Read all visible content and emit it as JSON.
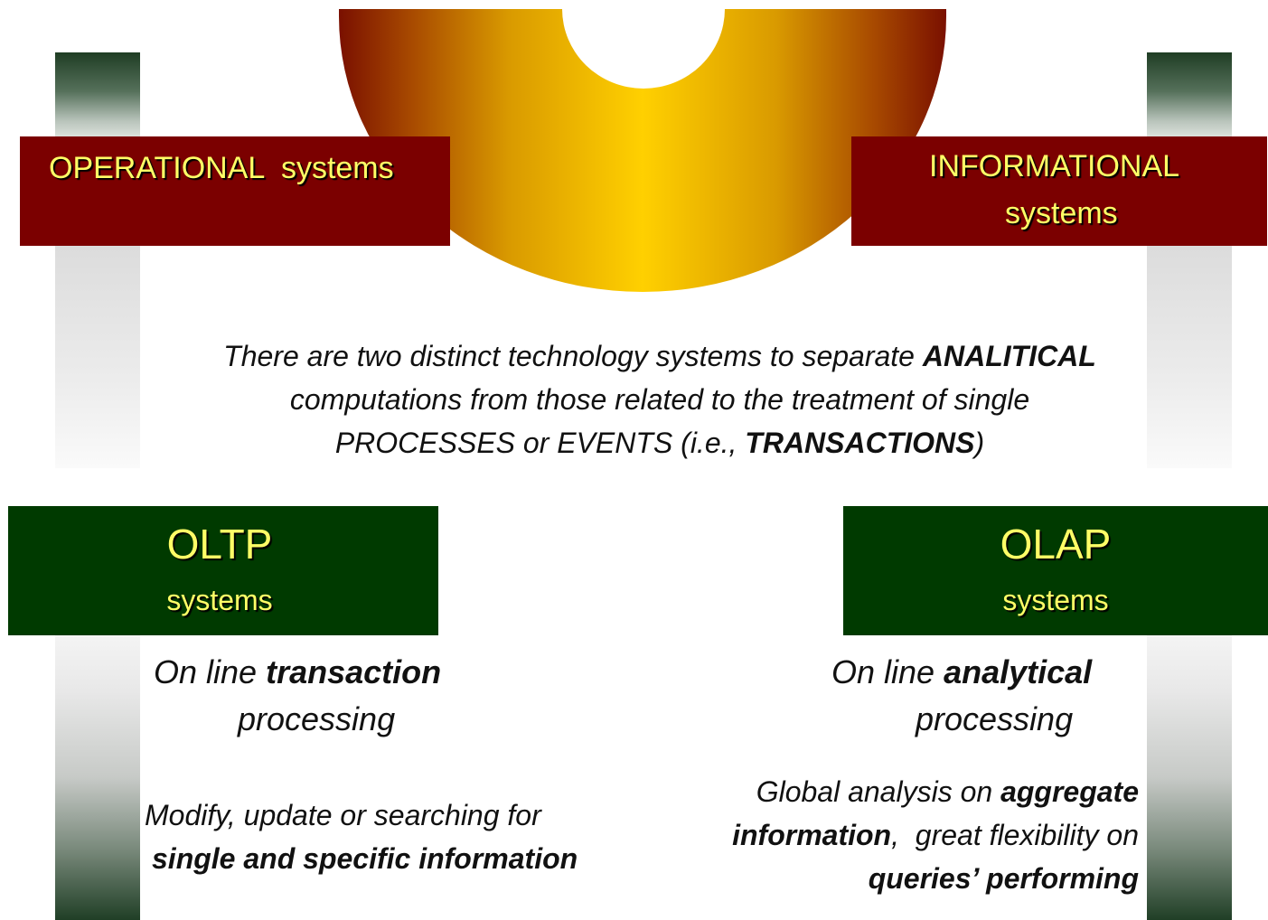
{
  "top_left_label": "OPERATIONAL  systems",
  "top_right_label_line1": "INFORMATIONAL",
  "top_right_label_line2": "systems",
  "intro": {
    "part1": "There are two distinct technology systems to separate ",
    "bold1": "ANALITICAL",
    "part2": "computations from those related to the treatment of single",
    "part3": "PROCESSES or EVENTS (i.e., ",
    "bold2": "TRANSACTIONS",
    "part4": ")"
  },
  "oltp": {
    "title": "OLTP",
    "subtitle": "systems",
    "desc_prefix": "On line ",
    "desc_bold": "transaction",
    "desc_line2": "processing",
    "detail_line1": "Modify, update or searching for",
    "detail_bold": "single and specific information"
  },
  "olap": {
    "title": "OLAP",
    "subtitle": "systems",
    "desc_prefix": "On line ",
    "desc_bold": "analytical",
    "desc_line2": "processing",
    "detail_prefix": "Global analysis on ",
    "detail_bold1": "aggregate",
    "detail_bold2": "information",
    "detail_mid": ",  great flexibility on",
    "detail_bold3": "queries’ performing"
  },
  "colors": {
    "dark_red": "#7b0000",
    "dark_green": "#003a00",
    "label_yellow": "#ffff66",
    "gold_light": "#ffd000",
    "gold_dark": "#7a1000"
  }
}
